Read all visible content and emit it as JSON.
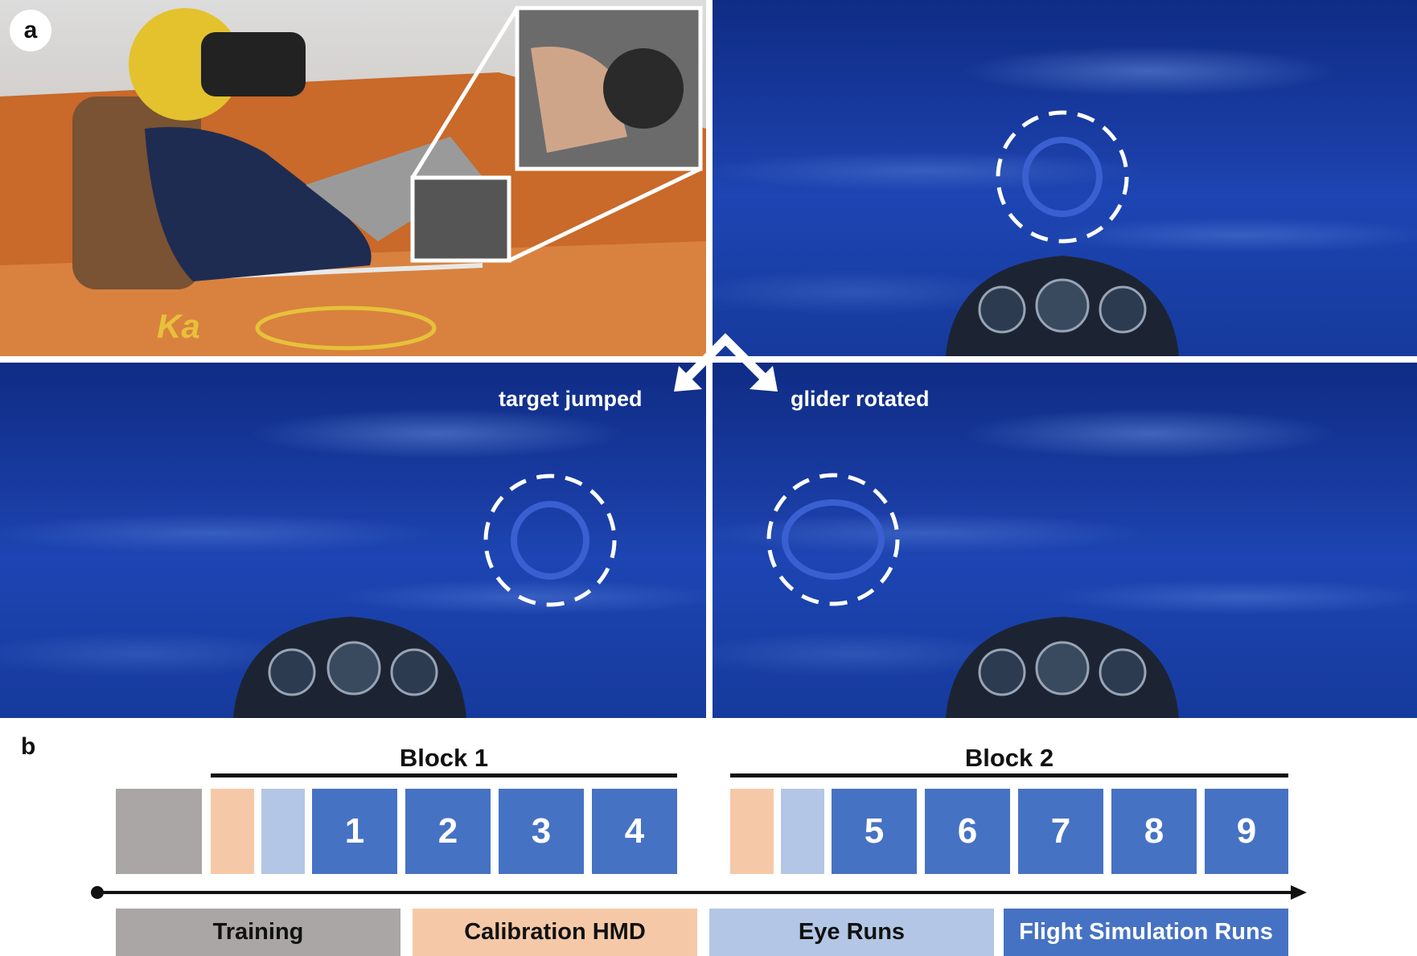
{
  "panel_a": {
    "letter": "a",
    "labels": {
      "target_jumped": "target jumped",
      "glider_rotated": "glider rotated"
    }
  },
  "panel_b": {
    "letter": "b",
    "blocks": [
      {
        "title": "Block 1",
        "runs": [
          "1",
          "2",
          "3",
          "4"
        ]
      },
      {
        "title": "Block 2",
        "runs": [
          "5",
          "6",
          "7",
          "8",
          "9"
        ]
      }
    ],
    "legend": [
      {
        "label": "Training",
        "color": "#aaa6a5"
      },
      {
        "label": "Calibration HMD",
        "color": "#f5c9a7"
      },
      {
        "label": "Eye Runs",
        "color": "#b3c6e5"
      },
      {
        "label": "Flight Simulation Runs",
        "color": "#4672c4"
      }
    ]
  },
  "colors": {
    "training": "#aaa6a5",
    "calibration": "#f5c9a7",
    "eye": "#b3c6e5",
    "flight": "#4672c4",
    "sky": "#1b3fa8"
  }
}
